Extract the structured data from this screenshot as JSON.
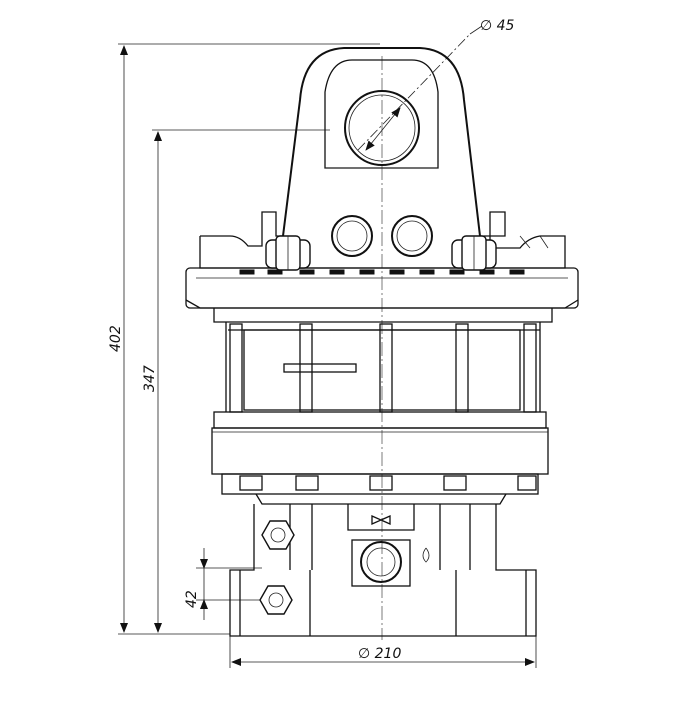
{
  "dimensions": {
    "hole_diameter": "∅ 45",
    "overall_height": "402",
    "body_height": "347",
    "port_height": "42",
    "base_diameter": "∅ 210"
  }
}
